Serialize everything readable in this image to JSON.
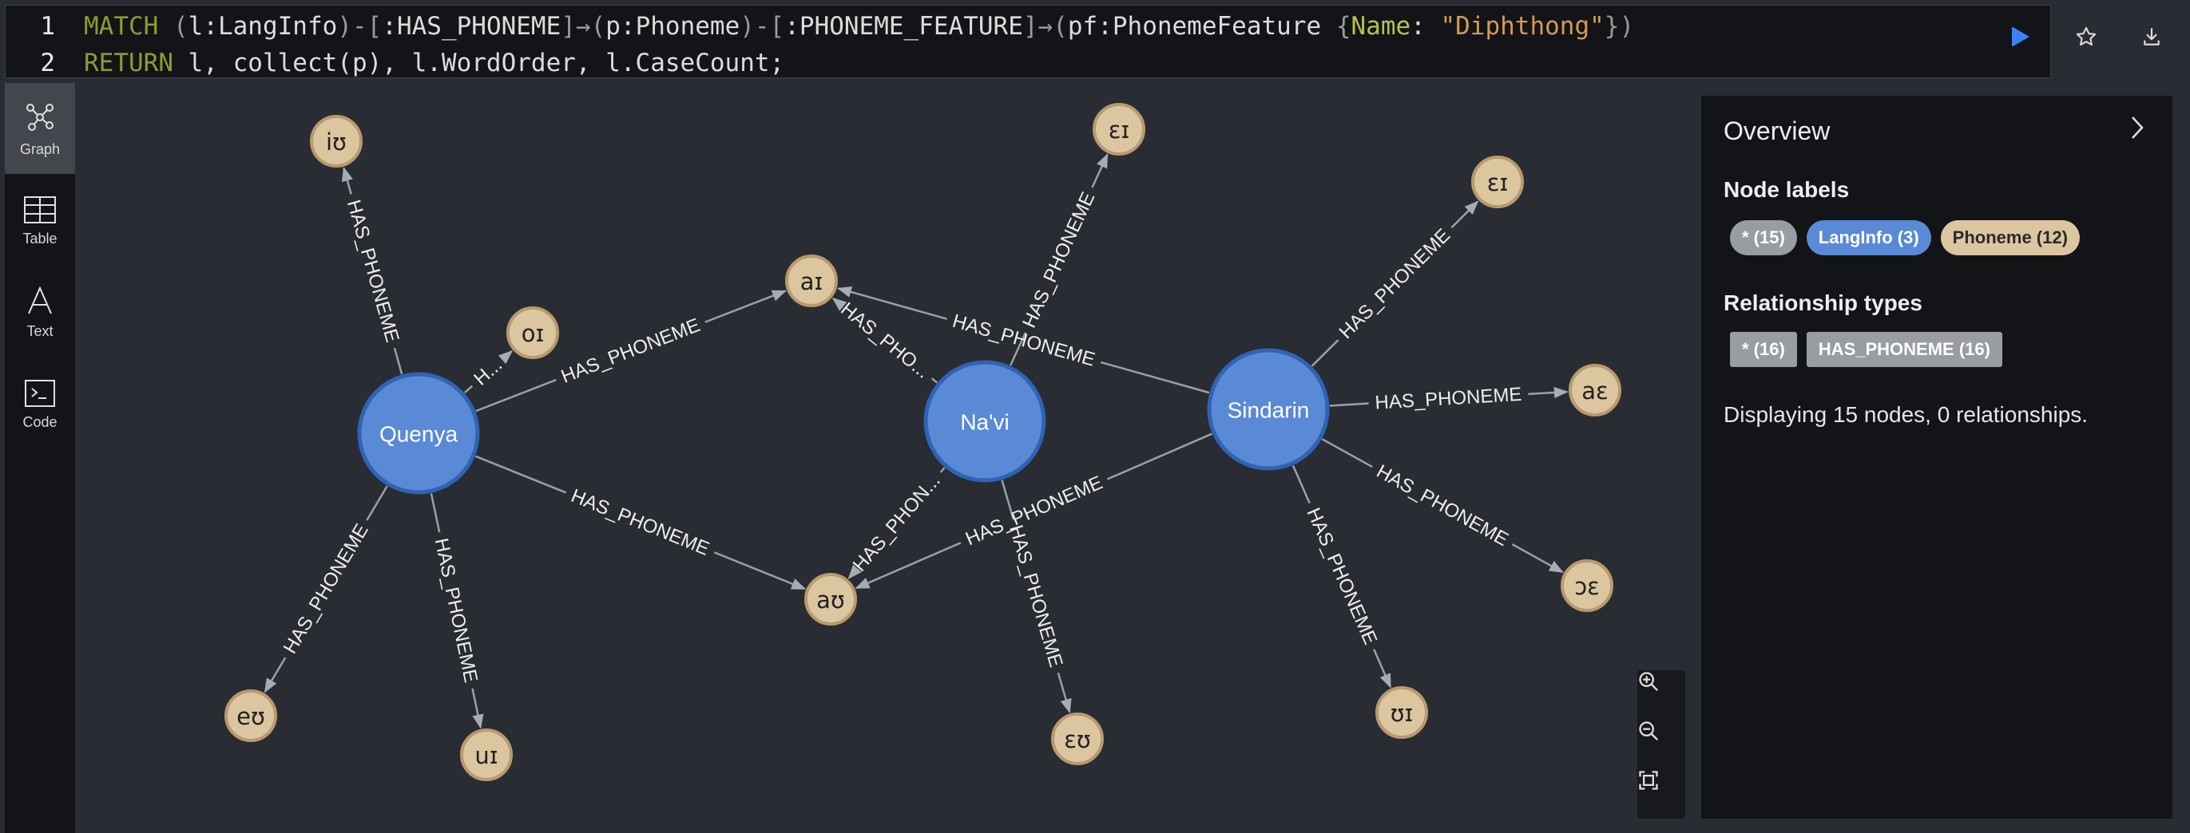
{
  "editor": {
    "line_numbers": [
      "1",
      "2"
    ],
    "line1": {
      "kw": "MATCH",
      "p1": " (",
      "t1": "l:LangInfo",
      "p2": ")-[",
      "t2": ":HAS_PHONEME",
      "p3": "]→(",
      "t3": "p:Phoneme",
      "p4": ")-[",
      "t4": ":PHONEME_FEATURE",
      "p5": "]→(",
      "t5": "pf:PhonemeFeature ",
      "p6": "{",
      "prop": "Name",
      "p7": ": ",
      "str": "\"Diphthong\"",
      "p8": "})"
    },
    "line2": {
      "kw": "RETURN",
      "rest": " l, collect(p), l.WordOrder, l.CaseCount;"
    },
    "run_icon": "play-icon",
    "favorite_icon": "star-icon",
    "download_icon": "download-icon"
  },
  "sidebar": {
    "items": [
      {
        "label": "Graph",
        "icon": "graph-icon",
        "active": true
      },
      {
        "label": "Table",
        "icon": "table-icon",
        "active": false
      },
      {
        "label": "Text",
        "icon": "text-icon",
        "active": false
      },
      {
        "label": "Code",
        "icon": "code-icon",
        "active": false
      }
    ]
  },
  "graph": {
    "lang_nodes": [
      {
        "id": "quenya",
        "label": "Quenya"
      },
      {
        "id": "navi",
        "label": "Na'vi"
      },
      {
        "id": "sindarin",
        "label": "Sindarin"
      }
    ],
    "phoneme_nodes": [
      {
        "id": "io",
        "label": "iʊ"
      },
      {
        "id": "oi",
        "label": "oɪ"
      },
      {
        "id": "ai",
        "label": "aɪ"
      },
      {
        "id": "eu",
        "label": "eʊ"
      },
      {
        "id": "ui",
        "label": "uɪ"
      },
      {
        "id": "au",
        "label": "aʊ"
      },
      {
        "id": "ei1",
        "label": "ɛɪ"
      },
      {
        "id": "eu2",
        "label": "ɛʊ"
      },
      {
        "id": "ei2",
        "label": "ɛɪ"
      },
      {
        "id": "ae",
        "label": "aɛ"
      },
      {
        "id": "oe",
        "label": "ɔɛ"
      },
      {
        "id": "oi2",
        "label": "ʊɪ"
      }
    ],
    "edges": [
      {
        "label": "HAS_PHONEME"
      },
      {
        "label": "H..."
      },
      {
        "label": "HAS_PHONEME"
      },
      {
        "label": "HAS_PHONEME"
      },
      {
        "label": "HAS_PHONEME"
      },
      {
        "label": "HAS_PHONEME"
      },
      {
        "label": "HAS_PHO..."
      },
      {
        "label": "HAS_PHONEME"
      },
      {
        "label": "HAS_PHON..."
      },
      {
        "label": "HAS_PHONEME"
      },
      {
        "label": "HAS_PHONEME"
      },
      {
        "label": "HAS_PHONEME"
      },
      {
        "label": "HAS_PHONEME"
      },
      {
        "label": "HAS_PHONEME"
      },
      {
        "label": "HAS_PHONEME"
      },
      {
        "label": "HAS_PHONEME"
      }
    ],
    "zoom_in_icon": "zoom-in-icon",
    "zoom_out_icon": "zoom-out-icon",
    "fit_icon": "fit-screen-icon"
  },
  "overview": {
    "title": "Overview",
    "collapse_icon": "chevron-right-icon",
    "node_labels_heading": "Node labels",
    "node_chips": [
      {
        "text": "* (15)",
        "kind": "all"
      },
      {
        "text": "LangInfo (3)",
        "kind": "lang"
      },
      {
        "text": "Phoneme (12)",
        "kind": "phon"
      }
    ],
    "rel_types_heading": "Relationship types",
    "rel_chips": [
      {
        "text": "* (16)",
        "kind": "all"
      },
      {
        "text": "HAS_PHONEME (16)",
        "kind": "rel"
      }
    ],
    "status": "Displaying 15 nodes, 0 relationships."
  },
  "colors": {
    "lang_node": "#5a8ad5",
    "phoneme_node": "#dcc6a0",
    "run_button": "#3b82f6"
  }
}
